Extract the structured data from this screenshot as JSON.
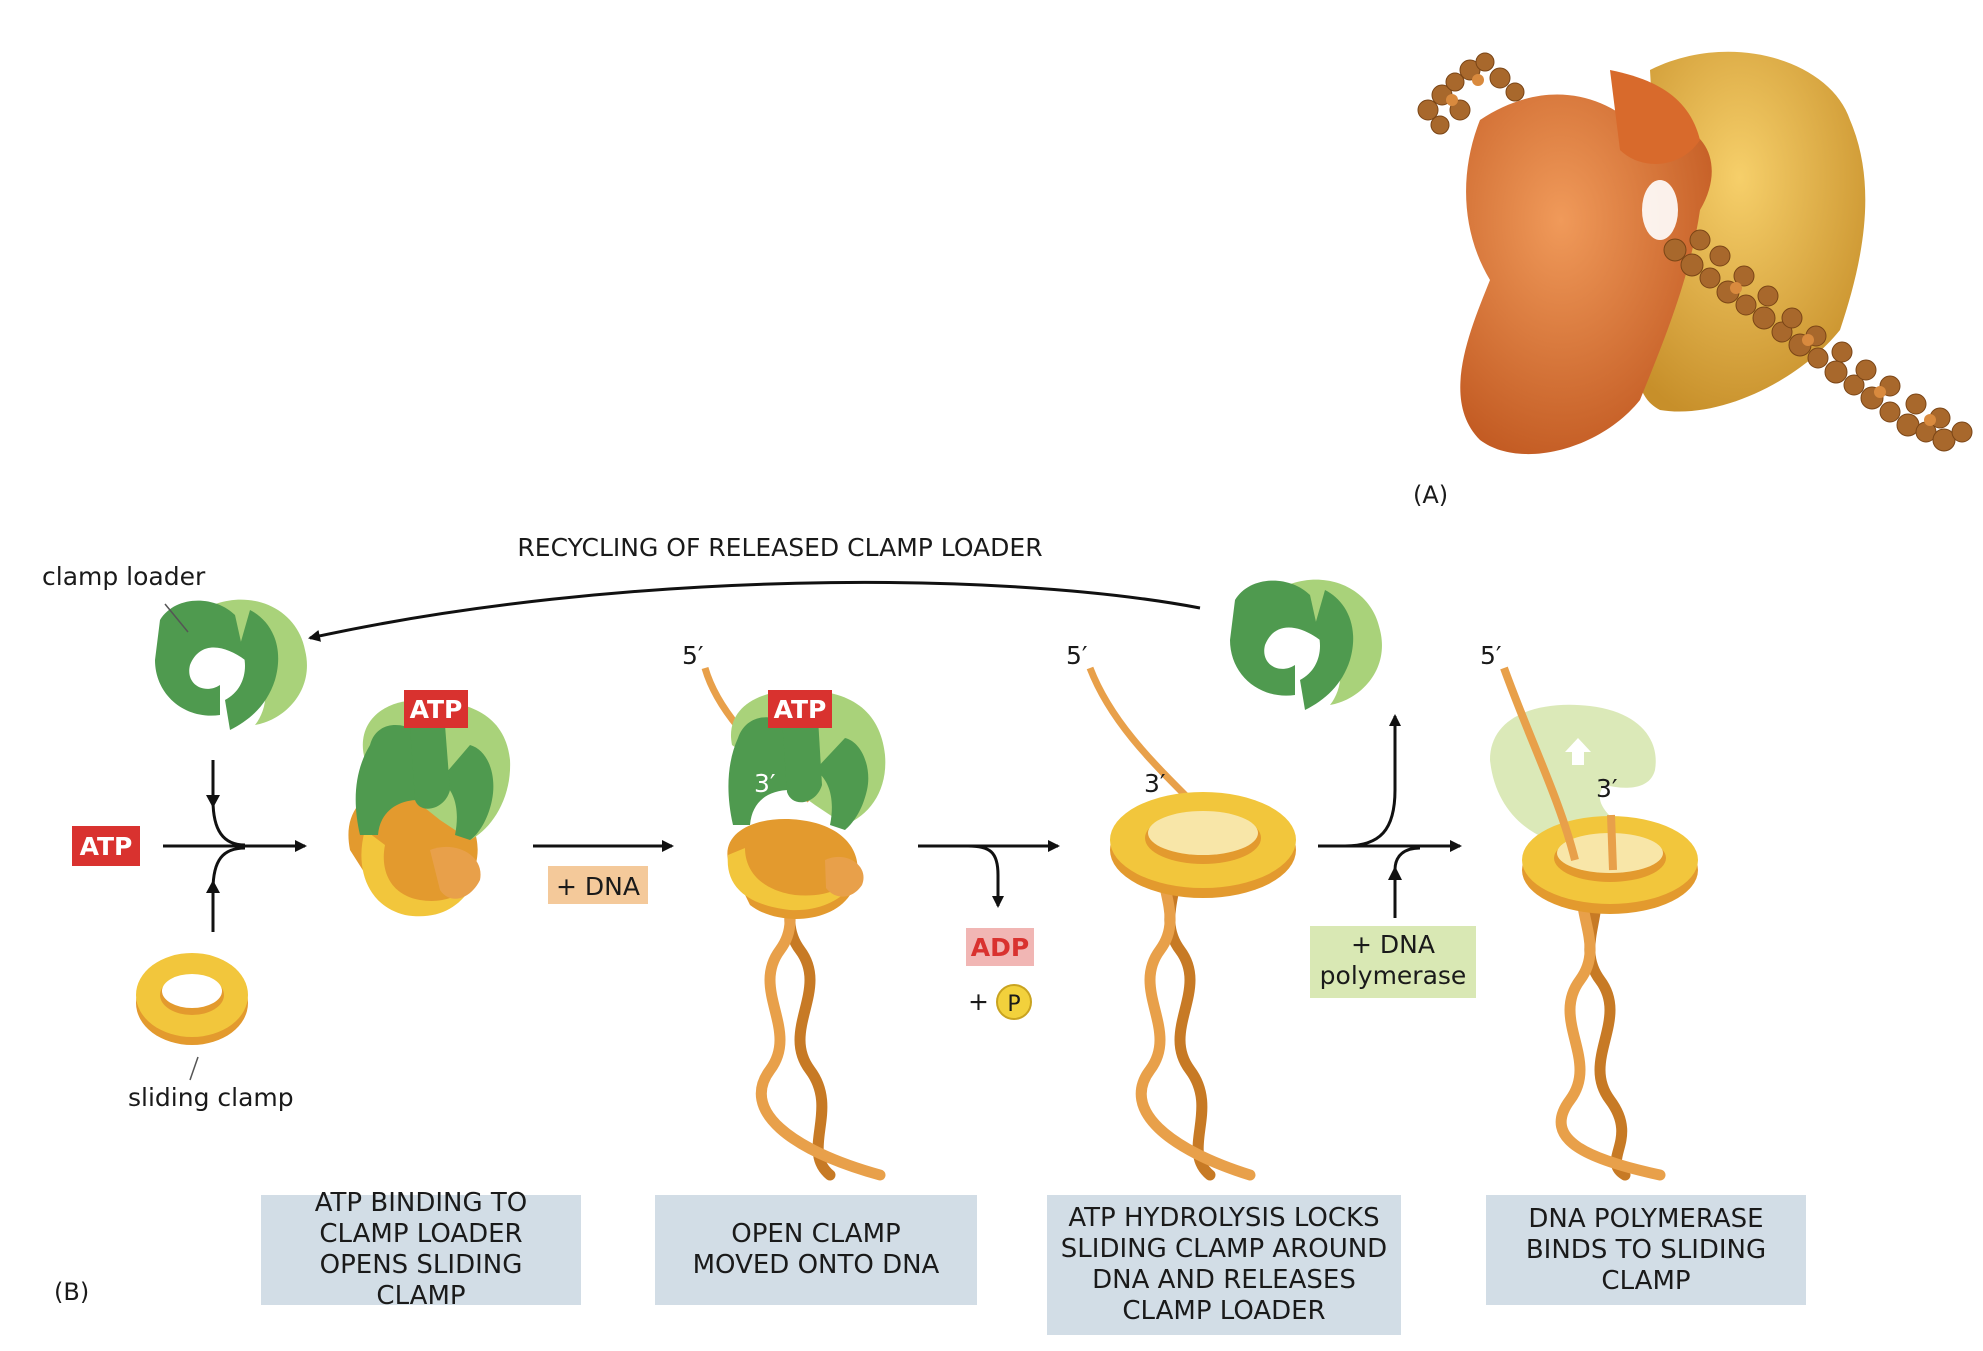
{
  "panel_a_label": "(A)",
  "panel_b_label": "(B)",
  "cycle_label": "RECYCLING OF RELEASED CLAMP LOADER",
  "labels": {
    "clamp_loader": "clamp loader",
    "sliding_clamp": "sliding clamp",
    "atp": "ATP",
    "plus_dna": "+ DNA",
    "adp": "ADP",
    "plus": "+",
    "phosphate": "P",
    "plus_dna_polymerase_line1": "+ DNA",
    "plus_dna_polymerase_line2": "polymerase",
    "five_prime": "5′",
    "three_prime": "3′"
  },
  "steps": [
    {
      "caption": "ATP BINDING TO\nCLAMP LOADER\nOPENS SLIDING CLAMP"
    },
    {
      "caption": "OPEN CLAMP\nMOVED ONTO DNA"
    },
    {
      "caption": "ATP HYDROLYSIS LOCKS\nSLIDING CLAMP AROUND\nDNA AND RELEASES\nCLAMP LOADER"
    },
    {
      "caption": "DNA POLYMERASE\nBINDS TO SLIDING\nCLAMP"
    }
  ],
  "colors": {
    "loader_dark": "#4f9a4f",
    "loader_light": "#a9d27a",
    "clamp": "#f2c63c",
    "clamp_shade": "#e39a2e",
    "dna": "#e8a04a",
    "dna_dark": "#c77a25",
    "atp_red": "#d9322f",
    "adp_pink": "#f1b6b4",
    "dna_tag": "#f4c99a",
    "poly_tag": "#d9e8b4",
    "caption_bg": "#d2dde6",
    "protein_orange": "#e07a3c",
    "protein_yellow": "#e9b24a",
    "protein_brown": "#a86a2e"
  }
}
